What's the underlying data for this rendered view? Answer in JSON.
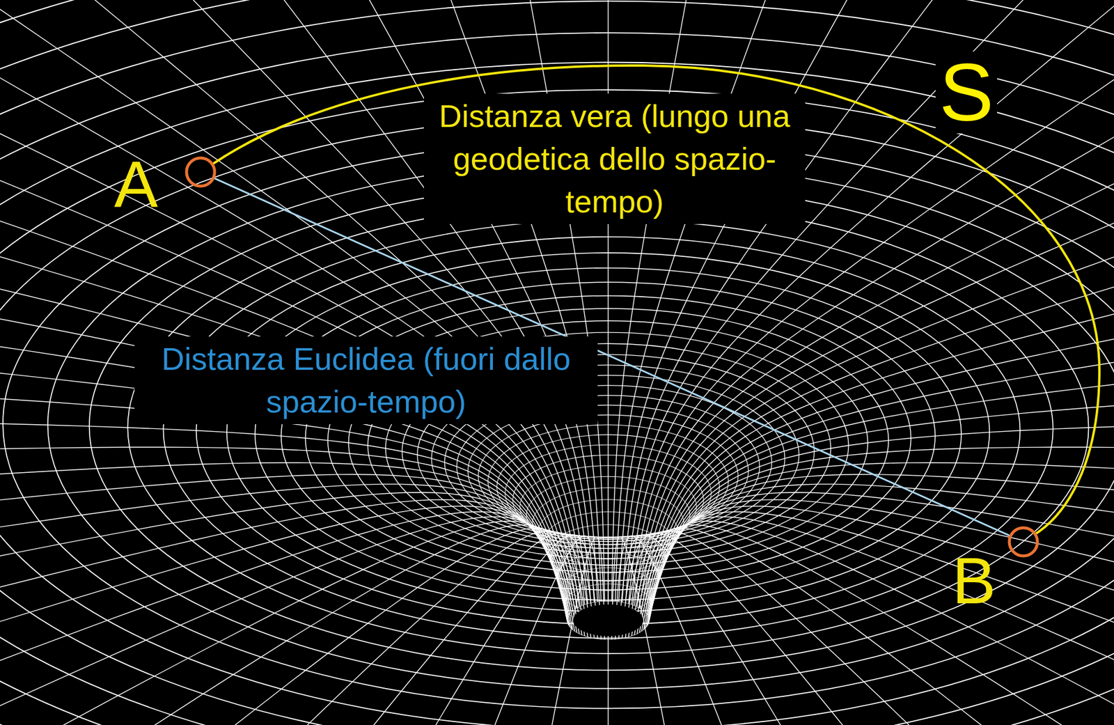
{
  "diagram": {
    "nodes": [
      {
        "text": [
          "A"
        ]
      },
      {
        "text": [
          "B"
        ]
      }
    ],
    "edges": [
      {
        "from": 0,
        "to": 1,
        "arrow": "none",
        "label": "Distanza vera (lungo una geodetica dello spazio-tempo)"
      },
      {
        "from": 0,
        "to": 1,
        "arrow": "none",
        "label": "Distanza Euclidea (fuori dallo spazio-tempo)"
      }
    ],
    "labels": [
      "S"
    ]
  }
}
